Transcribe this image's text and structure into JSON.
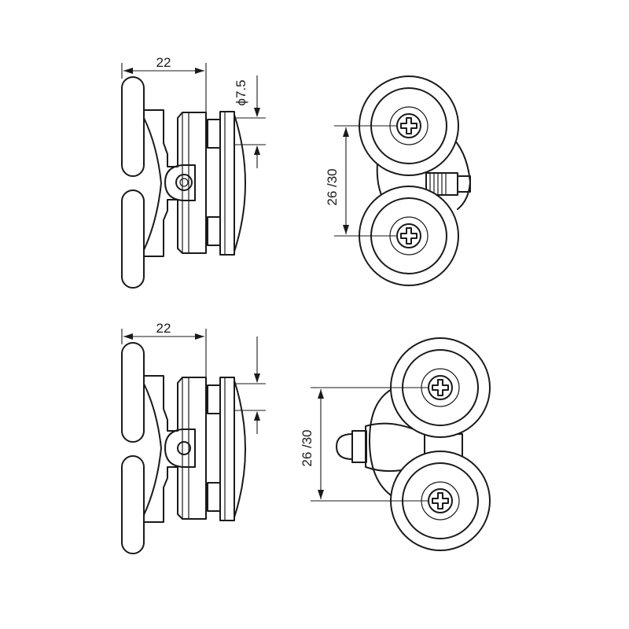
{
  "dimensions": {
    "top_side_width": "22",
    "top_diameter": "ϕ7.5",
    "top_spacing": "26 /30",
    "bottom_side_width": "22",
    "bottom_spacing": "26 /30"
  }
}
